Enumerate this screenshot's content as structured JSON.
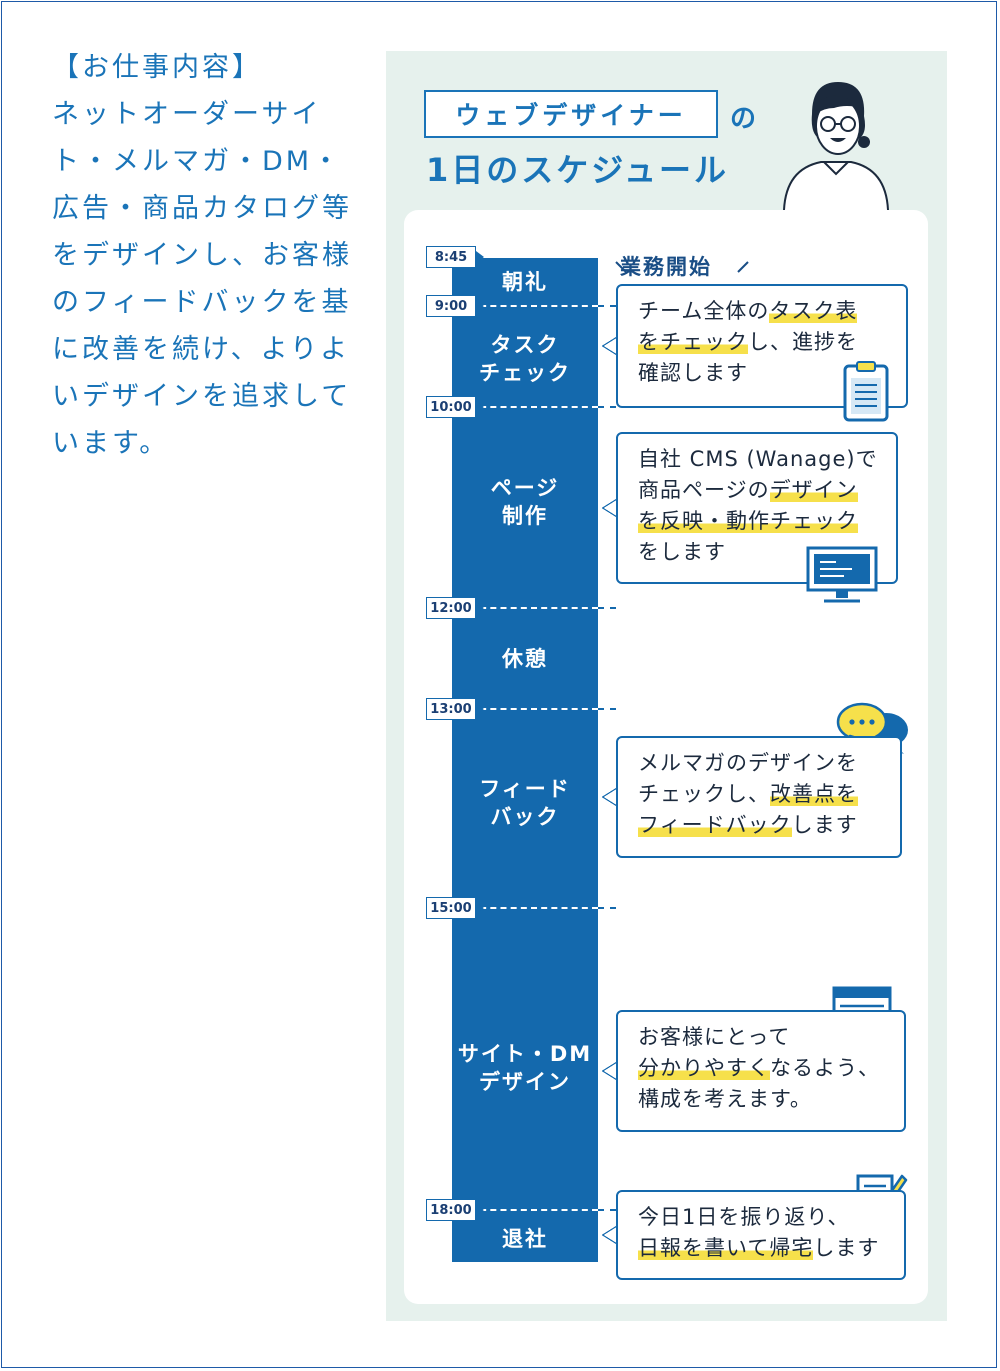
{
  "description": {
    "heading": "【お仕事内容】",
    "body": "ネットオーダーサイト・メルマガ・DM・広告・商品カタログ等をデザインし、お客様のフィードバックを基に改善を続け、よりよいデザインを追求しています。"
  },
  "schedule": {
    "title_boxed": "ウェブデザイナー",
    "title_particle": "の",
    "title_line2": "1日のスケジュール",
    "start_label": "業務開始",
    "times": [
      "8:45",
      "9:00",
      "10:00",
      "12:00",
      "13:00",
      "15:00",
      "18:00"
    ],
    "slots": [
      {
        "label_l1": "朝礼",
        "label_l2": ""
      },
      {
        "label_l1": "タスク",
        "label_l2": "チェック"
      },
      {
        "label_l1": "ページ",
        "label_l2": "制作"
      },
      {
        "label_l1": "休憩",
        "label_l2": ""
      },
      {
        "label_l1": "フィード",
        "label_l2": "バック"
      },
      {
        "label_l1": "サイト・DM",
        "label_l2": "デザイン"
      },
      {
        "label_l1": "退社",
        "label_l2": ""
      }
    ],
    "bubbles": {
      "task": {
        "l1a": "チーム全体の",
        "l1b": "タスク表",
        "l2a": "をチェック",
        "l2b": "し、進捗を",
        "l3": "確認します"
      },
      "page": {
        "l1": "自社 CMS (Wanage)で",
        "l2a": "商品ページの",
        "l2b": "デザイン",
        "l3a": "を反映・動作チェック",
        "l4": "をします"
      },
      "feedback": {
        "l1": "メルマガのデザインを",
        "l2a": "チェックし、",
        "l2b": "改善点を",
        "l3a": "フィードバック",
        "l3b": "します"
      },
      "design": {
        "l1": "お客様にとって",
        "l2a": "分かりやすく",
        "l2b": "なるよう、",
        "l3": "構成を考えます。"
      },
      "leave": {
        "l1": "今日1日を振り返り、",
        "l2a": "日報を書いて帰宅",
        "l2b": "します"
      }
    }
  },
  "colors": {
    "accent": "#1469ad",
    "panel_bg": "#e6f1ed",
    "highlight": "#f6e04b"
  },
  "icons": [
    "person-illustration",
    "clipboard-icon",
    "monitor-icon",
    "chat-bubbles-icon",
    "web-layout-icon",
    "report-pen-icon"
  ]
}
